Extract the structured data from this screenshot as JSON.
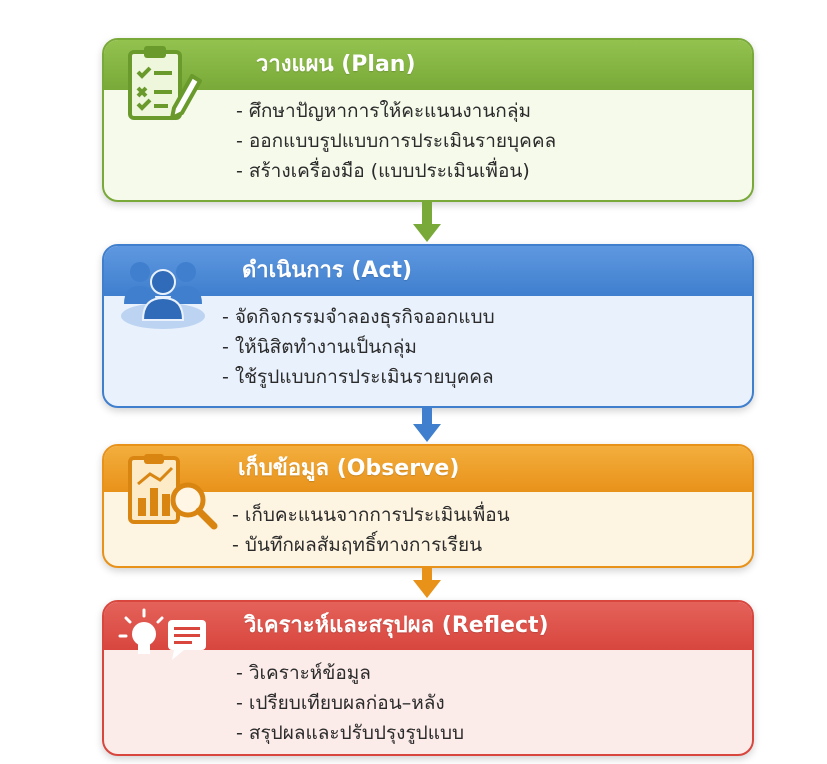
{
  "steps": [
    {
      "id": "plan",
      "title": "วางแผน (Plan)",
      "icon": "clipboard-checklist-icon",
      "color": "#79a938",
      "items": [
        "ศึกษาปัญหาการให้คะแนนงานกลุ่ม",
        "ออกแบบรูปแบบการประเมินรายบุคคล",
        "สร้างเครื่องมือ (แบบประเมินเพื่อน)"
      ]
    },
    {
      "id": "act",
      "title": "ดำเนินการ (Act)",
      "icon": "people-group-icon",
      "color": "#3f7fce",
      "items": [
        "จัดกิจกรรมจำลองธุรกิจออกแบบ",
        "ให้นิสิตทำงานเป็นกลุ่ม",
        "ใช้รูปแบบการประเมินรายบุคคล"
      ]
    },
    {
      "id": "observe",
      "title": "เก็บข้อมูล (Observe)",
      "icon": "chart-magnifier-icon",
      "color": "#e8921a",
      "items": [
        "เก็บคะแนนจากการประเมินเพื่อน",
        "บันทึกผลสัมฤทธิ์ทางการเรียน"
      ]
    },
    {
      "id": "reflect",
      "title": "วิเคราะห์และสรุปผล (Reflect)",
      "icon": "lightbulb-message-icon",
      "color": "#d8463e",
      "items": [
        "วิเคราะห์ข้อมูล",
        "เปรียบเทียบผลก่อน–หลัง",
        "สรุปผลและปรับปรุงรูปแบบ"
      ]
    }
  ],
  "bullet": "-"
}
